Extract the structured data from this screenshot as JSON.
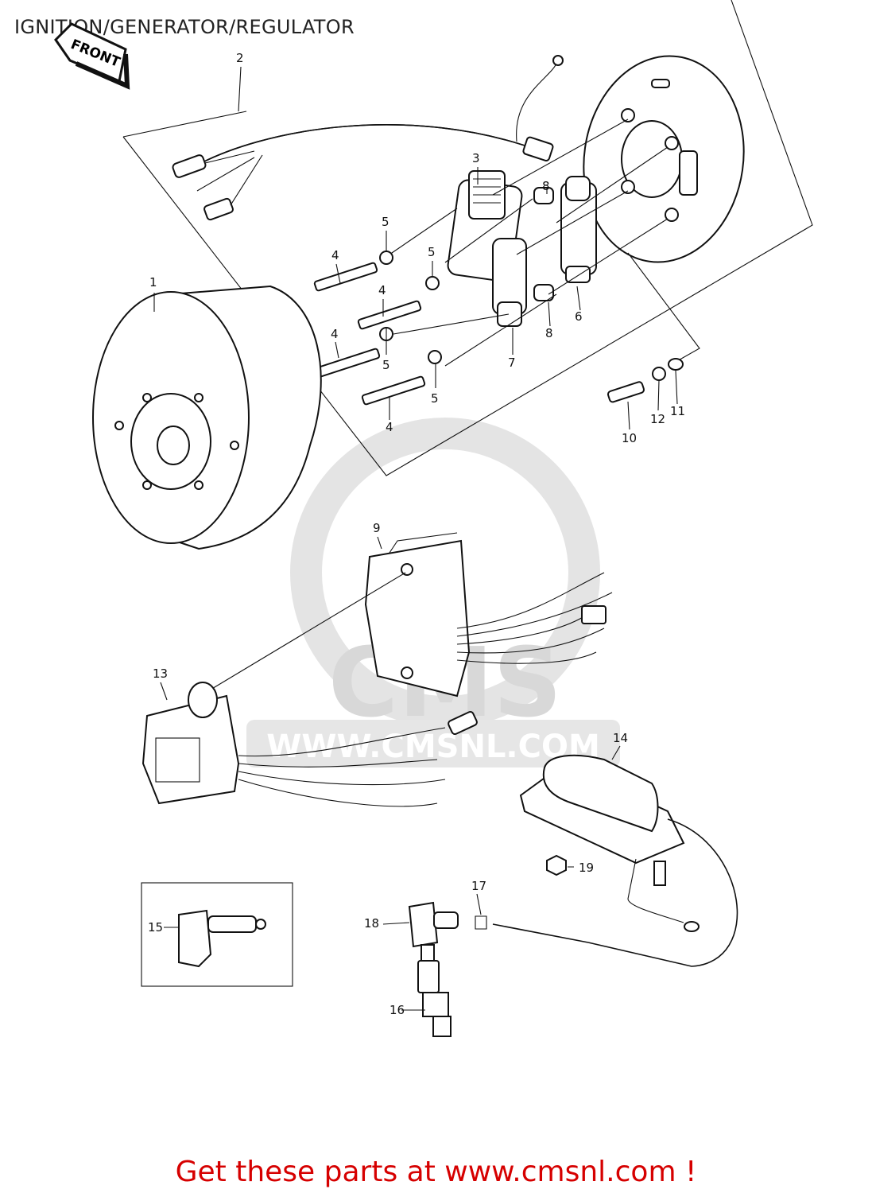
{
  "diagram": {
    "title": "IGNITION/GENERATOR/REGULATOR",
    "front_tag": "FRONT",
    "watermark": {
      "brand": "CMS",
      "url": "WWW.CMSNL.COM"
    },
    "footer": "Get these parts at www.cmsnl.com !",
    "footer_color": "#d60000",
    "callouts": [
      {
        "id": "c1",
        "text": "1"
      },
      {
        "id": "c2",
        "text": "2"
      },
      {
        "id": "c3",
        "text": "3"
      },
      {
        "id": "c4a",
        "text": "4"
      },
      {
        "id": "c4b",
        "text": "4"
      },
      {
        "id": "c4c",
        "text": "4"
      },
      {
        "id": "c4d",
        "text": "4"
      },
      {
        "id": "c5a",
        "text": "5"
      },
      {
        "id": "c5b",
        "text": "5"
      },
      {
        "id": "c5c",
        "text": "5"
      },
      {
        "id": "c5d",
        "text": "5"
      },
      {
        "id": "c6",
        "text": "6"
      },
      {
        "id": "c7",
        "text": "7"
      },
      {
        "id": "c8a",
        "text": "8"
      },
      {
        "id": "c8b",
        "text": "8"
      },
      {
        "id": "c9",
        "text": "9"
      },
      {
        "id": "c10",
        "text": "10"
      },
      {
        "id": "c11",
        "text": "11"
      },
      {
        "id": "c12",
        "text": "12"
      },
      {
        "id": "c13",
        "text": "13"
      },
      {
        "id": "c14",
        "text": "14"
      },
      {
        "id": "c15",
        "text": "15"
      },
      {
        "id": "c16",
        "text": "16"
      },
      {
        "id": "c17",
        "text": "17"
      },
      {
        "id": "c18",
        "text": "18"
      },
      {
        "id": "c19",
        "text": "19"
      }
    ]
  }
}
